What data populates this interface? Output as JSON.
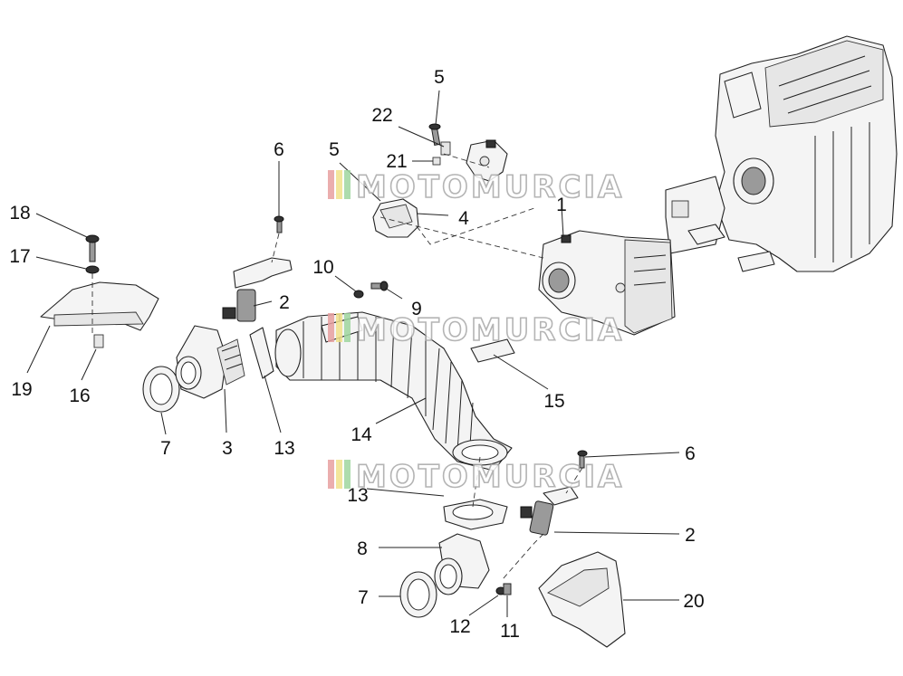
{
  "watermark": "MOTOMURCIA",
  "watermark_colors": [
    "#e8a0a0",
    "#f2e28a",
    "#9fd69f"
  ],
  "callouts": [
    {
      "id": "c-5-top",
      "text": "5"
    },
    {
      "id": "c-22",
      "text": "22"
    },
    {
      "id": "c-21",
      "text": "21"
    },
    {
      "id": "c-5-mid",
      "text": "5"
    },
    {
      "id": "c-4",
      "text": "4"
    },
    {
      "id": "c-1",
      "text": "1"
    },
    {
      "id": "c-6-top",
      "text": "6"
    },
    {
      "id": "c-18",
      "text": "18"
    },
    {
      "id": "c-17",
      "text": "17"
    },
    {
      "id": "c-19",
      "text": "19"
    },
    {
      "id": "c-16",
      "text": "16"
    },
    {
      "id": "c-10",
      "text": "10"
    },
    {
      "id": "c-9",
      "text": "9"
    },
    {
      "id": "c-2-top",
      "text": "2"
    },
    {
      "id": "c-7-top",
      "text": "7"
    },
    {
      "id": "c-3",
      "text": "3"
    },
    {
      "id": "c-13-top",
      "text": "13"
    },
    {
      "id": "c-14",
      "text": "14"
    },
    {
      "id": "c-15",
      "text": "15"
    },
    {
      "id": "c-6-right",
      "text": "6"
    },
    {
      "id": "c-13-bot",
      "text": "13"
    },
    {
      "id": "c-2-right",
      "text": "2"
    },
    {
      "id": "c-8",
      "text": "8"
    },
    {
      "id": "c-7-bot",
      "text": "7"
    },
    {
      "id": "c-12",
      "text": "12"
    },
    {
      "id": "c-11",
      "text": "11"
    },
    {
      "id": "c-20",
      "text": "20"
    }
  ]
}
